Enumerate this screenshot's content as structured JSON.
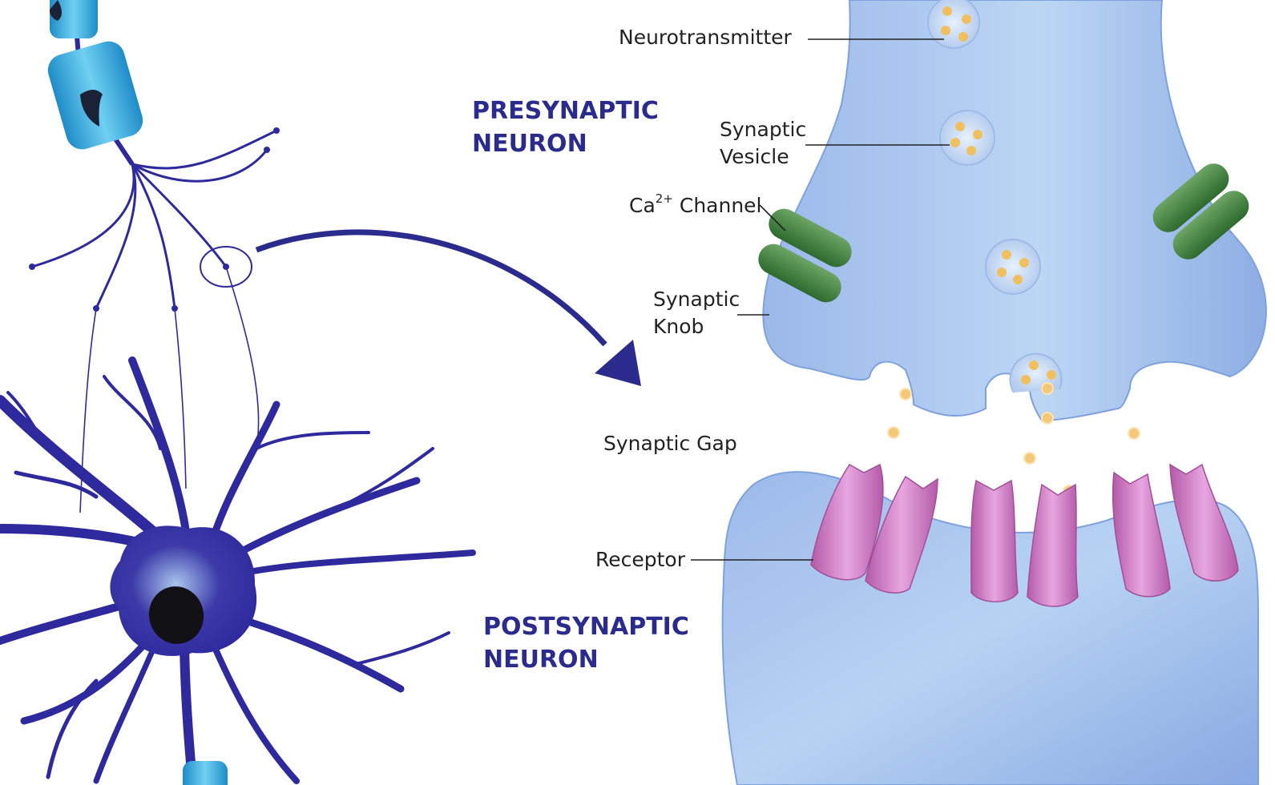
{
  "labels": {
    "neurotransmitter": "Neurotransmitter",
    "synaptic_vesicle_line1": "Synaptic",
    "synaptic_vesicle_line2": "Vesicle",
    "ca_channel_prefix": "Ca",
    "ca_channel_superscript": "2+",
    "ca_channel_suffix": "Channel",
    "synaptic_knob_line1": "Synaptic",
    "synaptic_knob_line2": "Knob",
    "synaptic_gap": "Synaptic Gap",
    "receptor": "Receptor"
  },
  "headings": {
    "presynaptic_line1": "PRESYNAPTIC",
    "presynaptic_line2": "NEURON",
    "postsynaptic_line1": "POSTSYNAPTIC",
    "postsynaptic_line2": "NEURON"
  },
  "colors": {
    "neuron": "#2e2a9e",
    "myelin": "#2aa5dc",
    "terminal": "#8fb3e6",
    "ca_channel": "#3f7a3c",
    "receptor": "#c46ab8",
    "neurotransmitter": "#f0c060",
    "heading_text": "#2b2b8e"
  }
}
